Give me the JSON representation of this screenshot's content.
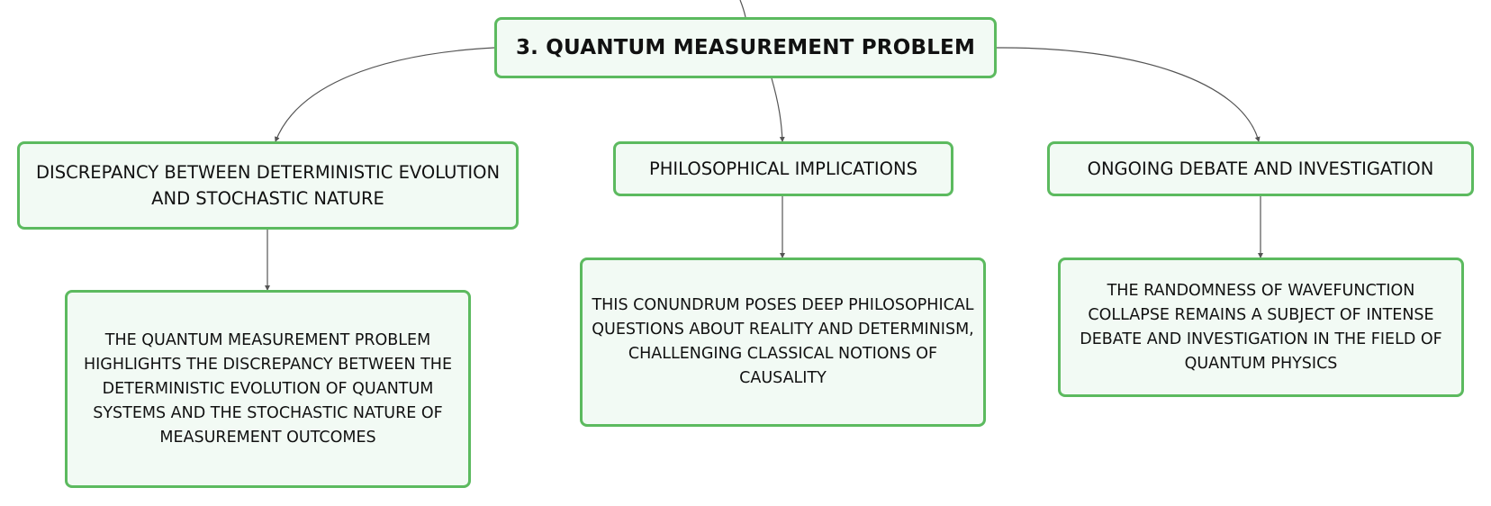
{
  "mindmap": {
    "root": {
      "label": "3. QUANTUM MEASUREMENT PROBLEM"
    },
    "branches": [
      {
        "label": "DISCREPANCY BETWEEN DETERMINISTIC EVOLUTION AND STOCHASTIC NATURE",
        "detail": "THE QUANTUM MEASUREMENT PROBLEM HIGHLIGHTS THE DISCREPANCY BETWEEN THE DETERMINISTIC EVOLUTION OF QUANTUM SYSTEMS AND THE STOCHASTIC NATURE OF MEASUREMENT OUTCOMES"
      },
      {
        "label": "PHILOSOPHICAL IMPLICATIONS",
        "detail": "THIS CONUNDRUM POSES DEEP PHILOSOPHICAL QUESTIONS ABOUT REALITY AND DETERMINISM, CHALLENGING CLASSICAL NOTIONS OF CAUSALITY"
      },
      {
        "label": "ONGOING DEBATE AND INVESTIGATION",
        "detail": "THE RANDOMNESS OF WAVEFUNCTION COLLAPSE REMAINS A SUBJECT OF INTENSE DEBATE AND INVESTIGATION IN THE FIELD OF QUANTUM PHYSICS"
      }
    ]
  },
  "colors": {
    "node_border": "#5cba5f",
    "node_fill": "#f2faf4",
    "connector": "#555555",
    "text": "#111111"
  }
}
